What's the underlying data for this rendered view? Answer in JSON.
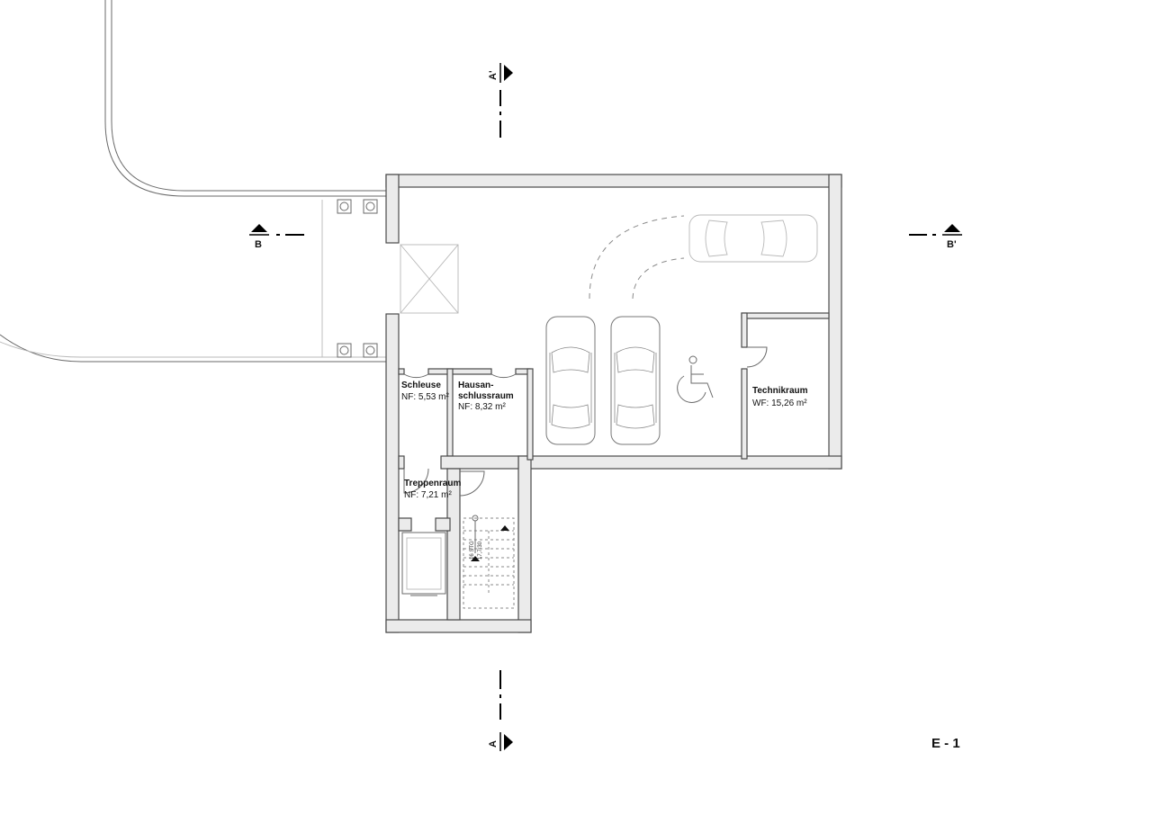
{
  "sheet": {
    "floor_label": "E - 1"
  },
  "section_markers": {
    "a_top": "A'",
    "a_bottom": "A",
    "b_left": "B",
    "b_right": "B'"
  },
  "rooms": {
    "schleuse": {
      "name": "Schleuse",
      "area": "NF: 5,53 m²"
    },
    "hausanschlussraum": {
      "name_line1": "Hausan-",
      "name_line2": "schlussraum",
      "area": "NF: 8,32 m²"
    },
    "technikraum": {
      "name": "Technikraum",
      "area": "WF: 15,26 m²"
    },
    "treppenraum": {
      "name": "Treppenraum",
      "area": "NF: 7,21 m²"
    }
  },
  "stair": {
    "label_line1": "16 STG",
    "label_line2": "17,7/30"
  },
  "icons": [
    "car-icon",
    "wheelchair-icon",
    "elevator-icon",
    "stair-arrow-icon",
    "section-arrow-icon"
  ]
}
